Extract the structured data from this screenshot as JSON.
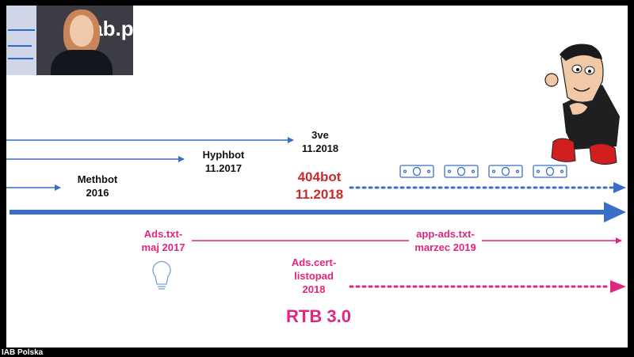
{
  "video_call": {
    "presenter_label": "presenter-video",
    "backdrop_logo": "iab.polska"
  },
  "footer": {
    "org_label": "IAB Polska"
  },
  "colors": {
    "blue": "#3a6fc7",
    "pink": "#e0267e",
    "red": "#cc2b2b"
  },
  "timeline": {
    "bots": [
      {
        "name": "Methbot",
        "date": "2016"
      },
      {
        "name": "Hyphbot",
        "date": "11.2017"
      },
      {
        "name": "3ve",
        "date": "11.2018"
      },
      {
        "name": "404bot",
        "date": "11.2018"
      }
    ],
    "standards": [
      {
        "name": "Ads.txt-",
        "date": "maj 2017"
      },
      {
        "name": "app-ads.txt-",
        "date": "marzec 2019"
      },
      {
        "name": "Ads.cert-",
        "date": "listopad",
        "year": "2018"
      }
    ],
    "rtb_label": "RTB 3.0",
    "icons": [
      "money-bill-icon",
      "lightbulb-icon",
      "villain-character-icon"
    ]
  }
}
